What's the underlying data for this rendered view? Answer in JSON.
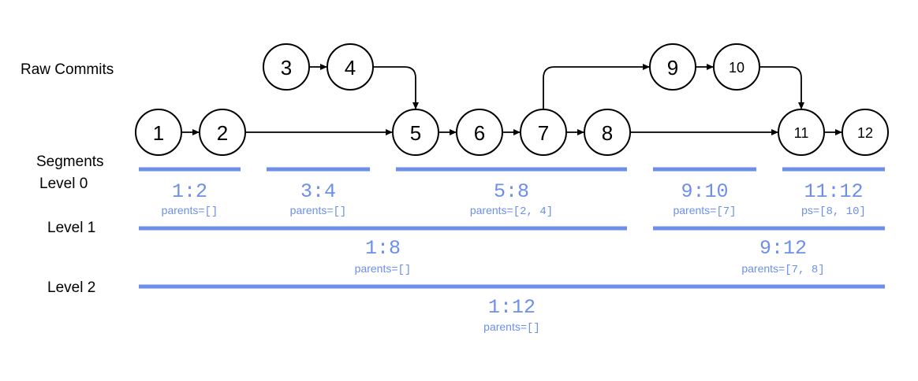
{
  "labels": {
    "raw_commits": "Raw Commits",
    "segments": "Segments",
    "level0": "Level 0",
    "level1": "Level 1",
    "level2": "Level 2"
  },
  "colors": {
    "segment": "#6d8fe8",
    "node_stroke": "#000000",
    "edge": "#000000"
  },
  "commits": [
    {
      "id": "1",
      "label": "1"
    },
    {
      "id": "2",
      "label": "2"
    },
    {
      "id": "3",
      "label": "3"
    },
    {
      "id": "4",
      "label": "4"
    },
    {
      "id": "5",
      "label": "5"
    },
    {
      "id": "6",
      "label": "6"
    },
    {
      "id": "7",
      "label": "7"
    },
    {
      "id": "8",
      "label": "8"
    },
    {
      "id": "9",
      "label": "9"
    },
    {
      "id": "10",
      "label": "10"
    },
    {
      "id": "11",
      "label": "11"
    },
    {
      "id": "12",
      "label": "12"
    }
  ],
  "edges": [
    {
      "from": "1",
      "to": "2"
    },
    {
      "from": "3",
      "to": "4"
    },
    {
      "from": "2",
      "to": "5"
    },
    {
      "from": "4",
      "to": "5"
    },
    {
      "from": "5",
      "to": "6"
    },
    {
      "from": "6",
      "to": "7"
    },
    {
      "from": "7",
      "to": "8"
    },
    {
      "from": "7",
      "to": "9"
    },
    {
      "from": "9",
      "to": "10"
    },
    {
      "from": "8",
      "to": "11"
    },
    {
      "from": "10",
      "to": "11"
    },
    {
      "from": "11",
      "to": "12"
    }
  ],
  "segments": {
    "level0": [
      {
        "range": "1:2",
        "parents_key": "parents=",
        "parents_value": "[]"
      },
      {
        "range": "3:4",
        "parents_key": "parents=",
        "parents_value": "[]"
      },
      {
        "range": "5:8",
        "parents_key": "parents=",
        "parents_value": "[2, 4]"
      },
      {
        "range": "9:10",
        "parents_key": "parents=",
        "parents_value": "[7]"
      },
      {
        "range": "11:12",
        "parents_key": "ps=",
        "parents_value": "[8, 10]"
      }
    ],
    "level1": [
      {
        "range": "1:8",
        "parents_key": "parents=",
        "parents_value": "[]"
      },
      {
        "range": "9:12",
        "parents_key": "parents=",
        "parents_value": "[7, 8]"
      }
    ],
    "level2": [
      {
        "range": "1:12",
        "parents_key": "parents=",
        "parents_value": "[]"
      }
    ]
  }
}
